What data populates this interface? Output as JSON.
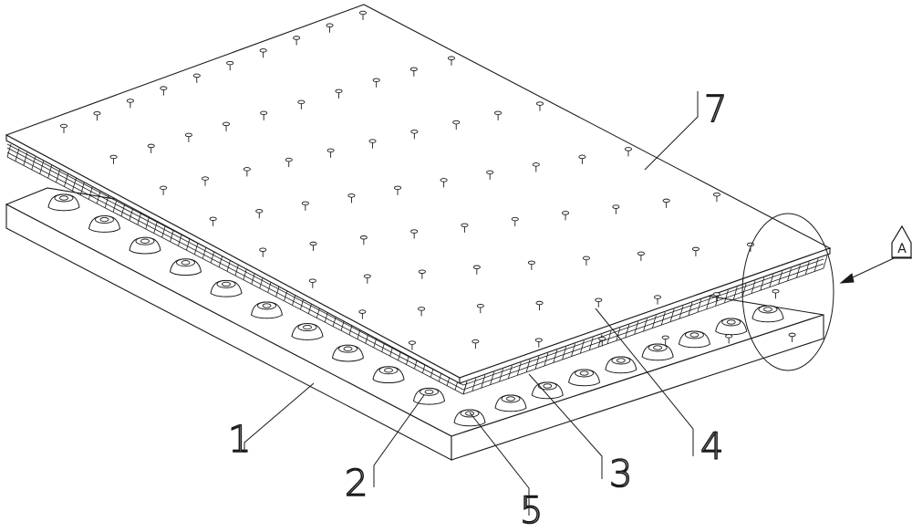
{
  "figure": {
    "labels": {
      "base": "1",
      "bump": "2",
      "mesh": "3",
      "top_plate": "4",
      "center_hole": "5",
      "stud": "7",
      "detail": "A"
    }
  },
  "colors": {
    "ink": "#1a1a1a",
    "paper": "#ffffff"
  }
}
